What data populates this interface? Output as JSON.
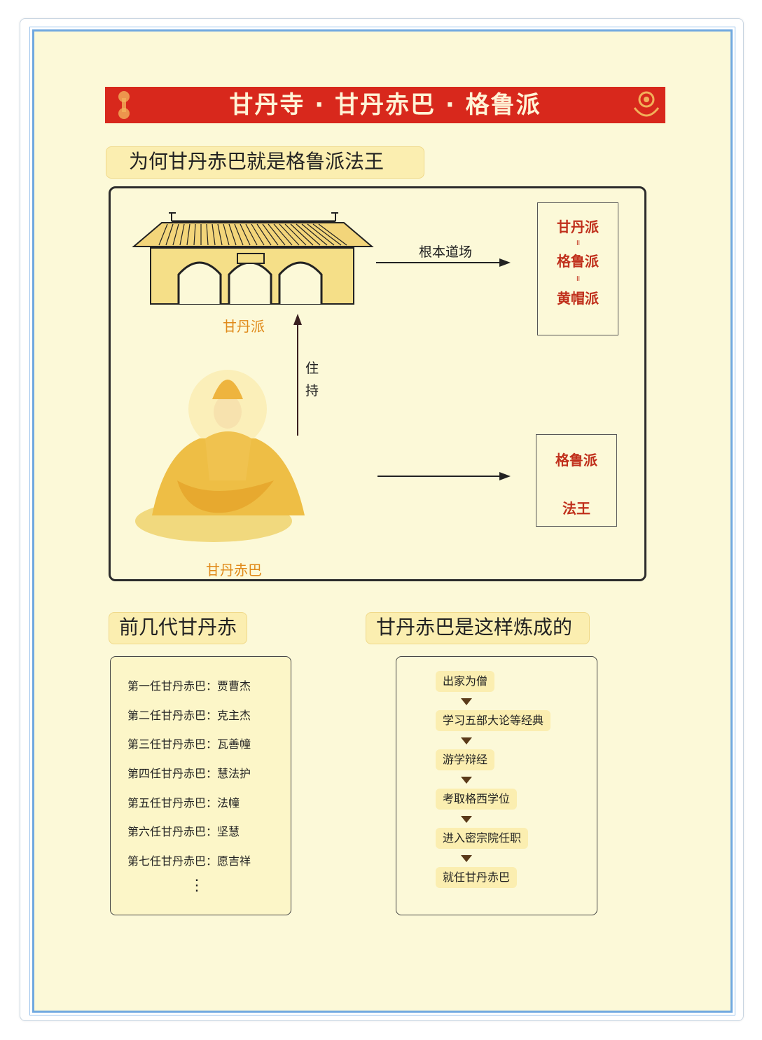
{
  "banner": {
    "title": "甘丹寺 · 甘丹赤巴 · 格鲁派"
  },
  "section1": {
    "heading": "为何甘丹赤巴就是格鲁派法王",
    "temple_label": "甘丹派",
    "monk_label": "甘丹赤巴",
    "arrow_right_top_label": "根本道场",
    "arrow_up_label_1": "住",
    "arrow_up_label_2": "持",
    "box_top": {
      "line1": "甘丹派",
      "sep1": "॥",
      "line2": "格鲁派",
      "sep2": "॥",
      "line3": "黄帽派"
    },
    "box_bottom": {
      "line1": "格鲁派",
      "line2": "法王"
    }
  },
  "section2": {
    "heading": "前几代甘丹赤",
    "items": [
      "第一任甘丹赤巴：贾曹杰",
      "第二任甘丹赤巴：克主杰",
      "第三任甘丹赤巴：瓦善幢",
      "第四任甘丹赤巴：慧法护",
      "第五任甘丹赤巴：法幢",
      "第六任甘丹赤巴：坚慧",
      "第七任甘丹赤巴：愿吉祥"
    ],
    "ellipsis": "⋮"
  },
  "section3": {
    "heading": "甘丹赤巴是这样炼成的",
    "steps": [
      "出家为僧",
      "学习五部大论等经典",
      "游学辩经",
      "考取格西学位",
      "进入密宗院任职",
      "就任甘丹赤巴"
    ]
  },
  "colors": {
    "banner_red": "#d8281c",
    "accent_orange": "#e08a1a",
    "label_red": "#c0301c",
    "page_bg": "#fcf9d8",
    "frame_blue": "#6fa8e0"
  }
}
